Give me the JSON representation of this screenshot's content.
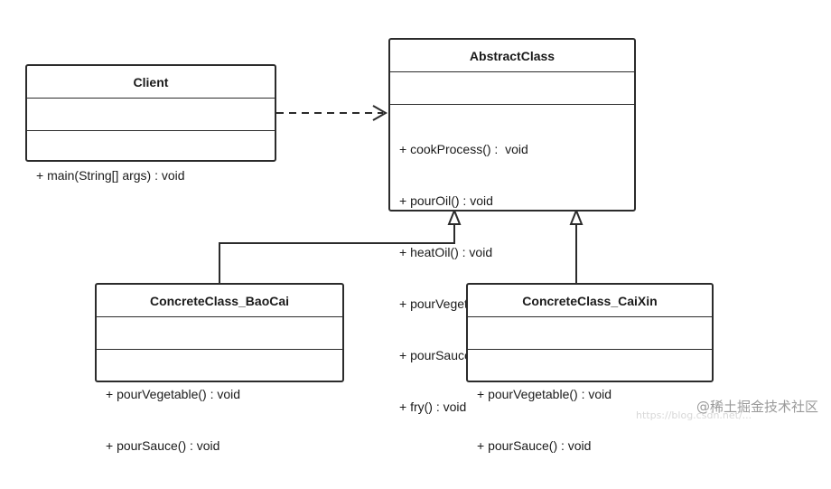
{
  "diagram": {
    "classes": [
      {
        "id": "client",
        "name": "Client",
        "operations": [
          "+ main(String[] args) : void"
        ]
      },
      {
        "id": "abstract",
        "name": "AbstractClass",
        "operations": [
          "+ cookProcess() :  void",
          "+ pourOil() : void",
          "+ heatOil() : void",
          "+ pourVegetable() : void",
          "+ pourSauce() : void",
          "+ fry() : void"
        ]
      },
      {
        "id": "baocai",
        "name": "ConcreteClass_BaoCai",
        "operations": [
          "+ pourVegetable() : void",
          "+ pourSauce() : void"
        ]
      },
      {
        "id": "caixin",
        "name": "ConcreteClass_CaiXin",
        "operations": [
          "+ pourVegetable() : void",
          "+ pourSauce() : void"
        ]
      }
    ],
    "relations": [
      {
        "type": "dependency",
        "from": "client",
        "to": "abstract"
      },
      {
        "type": "generalization",
        "from": "baocai",
        "to": "abstract"
      },
      {
        "type": "generalization",
        "from": "caixin",
        "to": "abstract"
      }
    ]
  },
  "watermark": {
    "main": "@稀土掘金技术社区",
    "faint": "https://blog.csdn.net/..."
  }
}
